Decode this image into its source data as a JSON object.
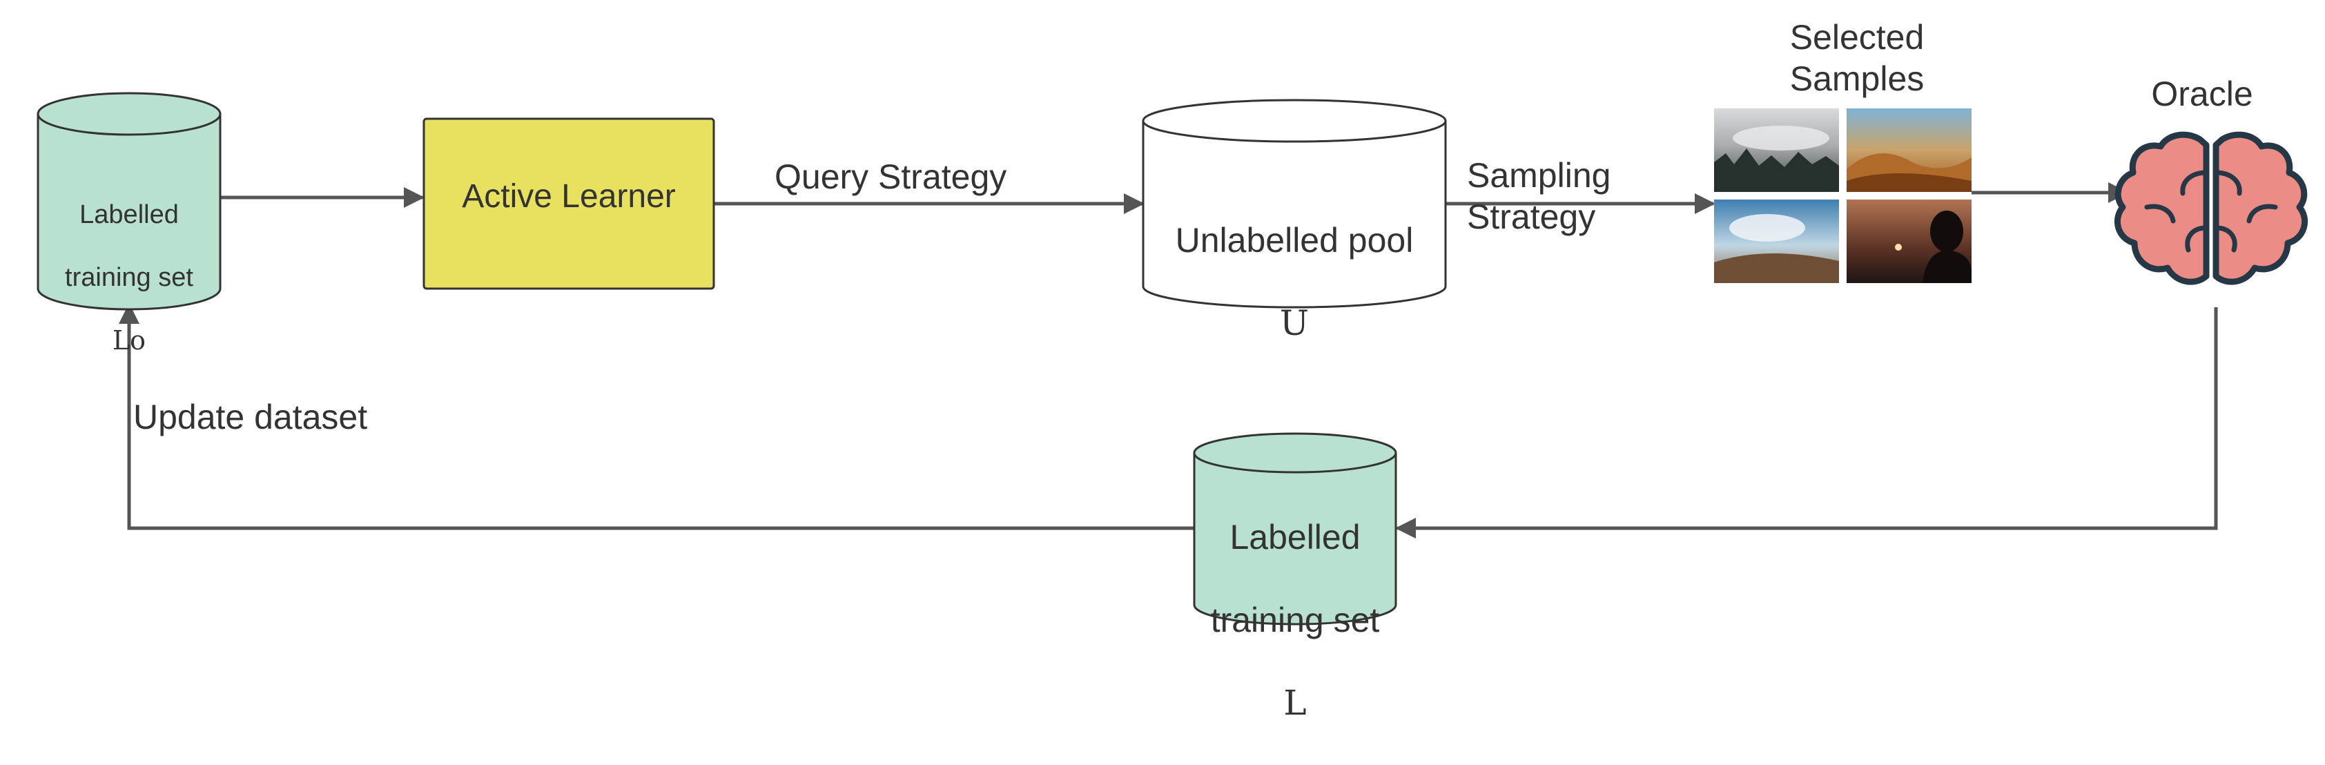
{
  "colors": {
    "cylinder_green": "#b9e1cf",
    "learner_yellow": "#e8e05f",
    "arrow": "#555555",
    "stroke": "#333333",
    "brain_fill": "#ec8c86",
    "brain_outline": "#263845"
  },
  "nodes": {
    "initial_set": {
      "line1": "Labelled",
      "line2": "training set",
      "symbol": "Lo"
    },
    "active_learner": {
      "label": "Active Learner"
    },
    "unlabelled_pool": {
      "label": "Unlabelled pool",
      "symbol": "U"
    },
    "selected_samples": {
      "title": "Selected\nSamples",
      "icon": "image-grid-icon"
    },
    "oracle": {
      "title": "Oracle",
      "icon": "brain-icon"
    },
    "labelled_set": {
      "line1": "Labelled",
      "line2": "training set",
      "symbol": "L"
    }
  },
  "edges": {
    "query_strategy": "Query Strategy",
    "sampling_strategy": "Sampling\nStrategy",
    "update_dataset": "Update dataset"
  }
}
